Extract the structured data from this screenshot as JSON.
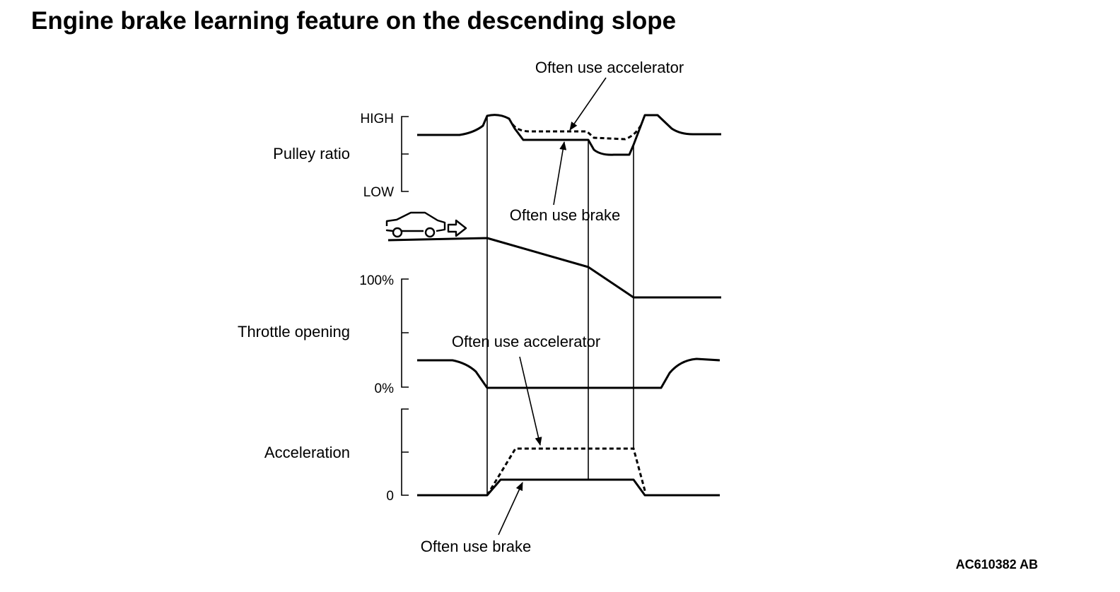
{
  "title": "Engine brake learning feature on the descending slope",
  "rows": {
    "pulley_ratio": {
      "label": "Pulley ratio",
      "tick_high": "HIGH",
      "tick_low": "LOW"
    },
    "throttle_opening": {
      "label": "Throttle opening",
      "tick_high": "100%",
      "tick_low": "0%"
    },
    "acceleration": {
      "label": "Acceleration",
      "tick_low": "0"
    }
  },
  "annotations": {
    "pulley_accel": "Often use accelerator",
    "pulley_brake": "Often use brake",
    "accel_accel": "Often use accelerator",
    "accel_brake": "Often use brake"
  },
  "icons": {
    "vehicle": "car-icon",
    "direction": "arrow-right-icon"
  },
  "reference_code": "AC610382 AB"
}
